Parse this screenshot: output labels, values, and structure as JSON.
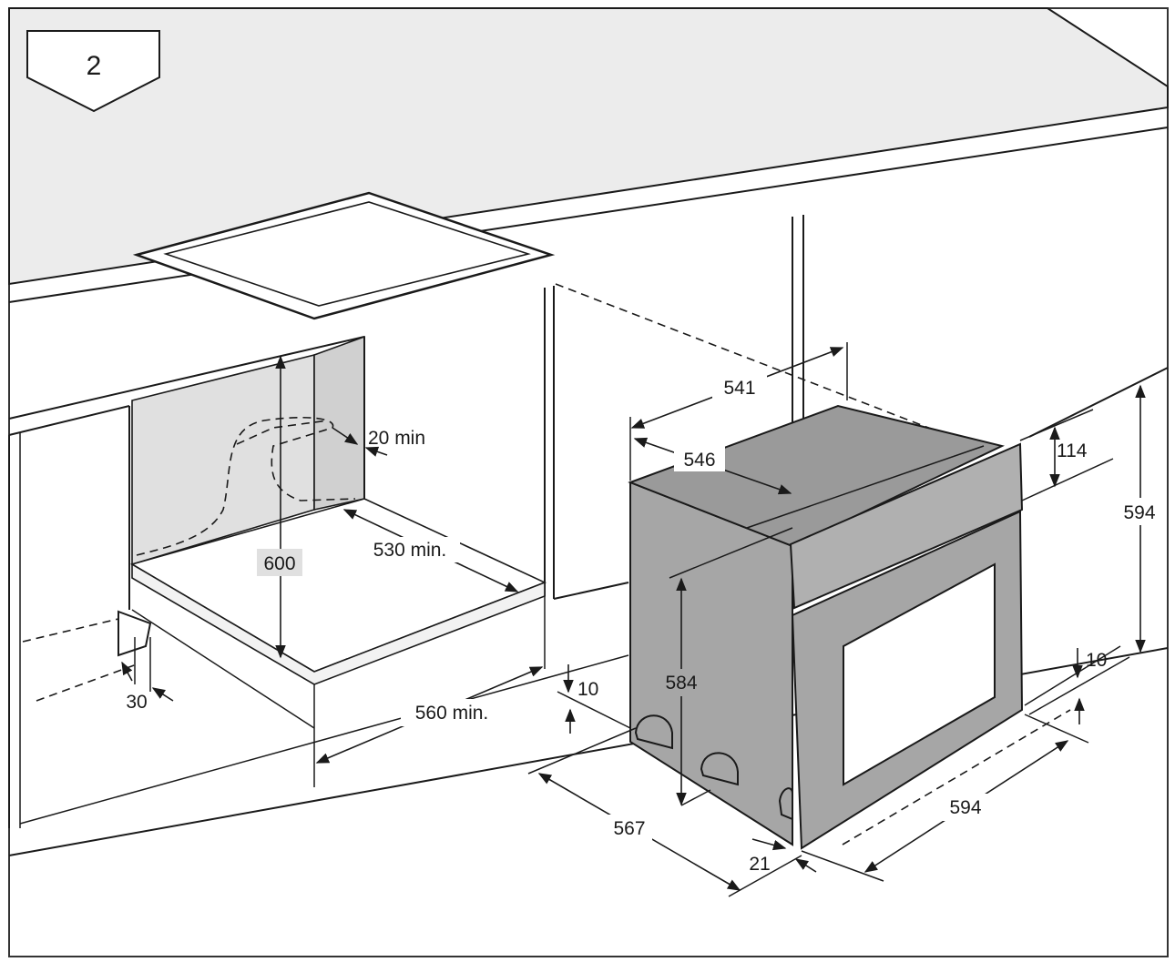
{
  "step": {
    "number": "2"
  },
  "dimensions": {
    "d20min": "20 min",
    "d530min": "530 min.",
    "d600": "600",
    "d30": "30",
    "d560min": "560 min.",
    "d541": "541",
    "d546": "546",
    "d114": "114",
    "d594_height": "594",
    "d584": "584",
    "d10_left": "10",
    "d10_right": "10",
    "d567": "567",
    "d21": "21",
    "d594_width": "594"
  },
  "colors": {
    "oven_fill": "#a6a6a6",
    "oven_panel": "#b0b0b0",
    "oven_top": "#9a9a9a",
    "oven_window": "#ffffff",
    "niche_fill": "#e0e0e0",
    "countertop": "#ececec",
    "line": "#1a1a1a"
  }
}
